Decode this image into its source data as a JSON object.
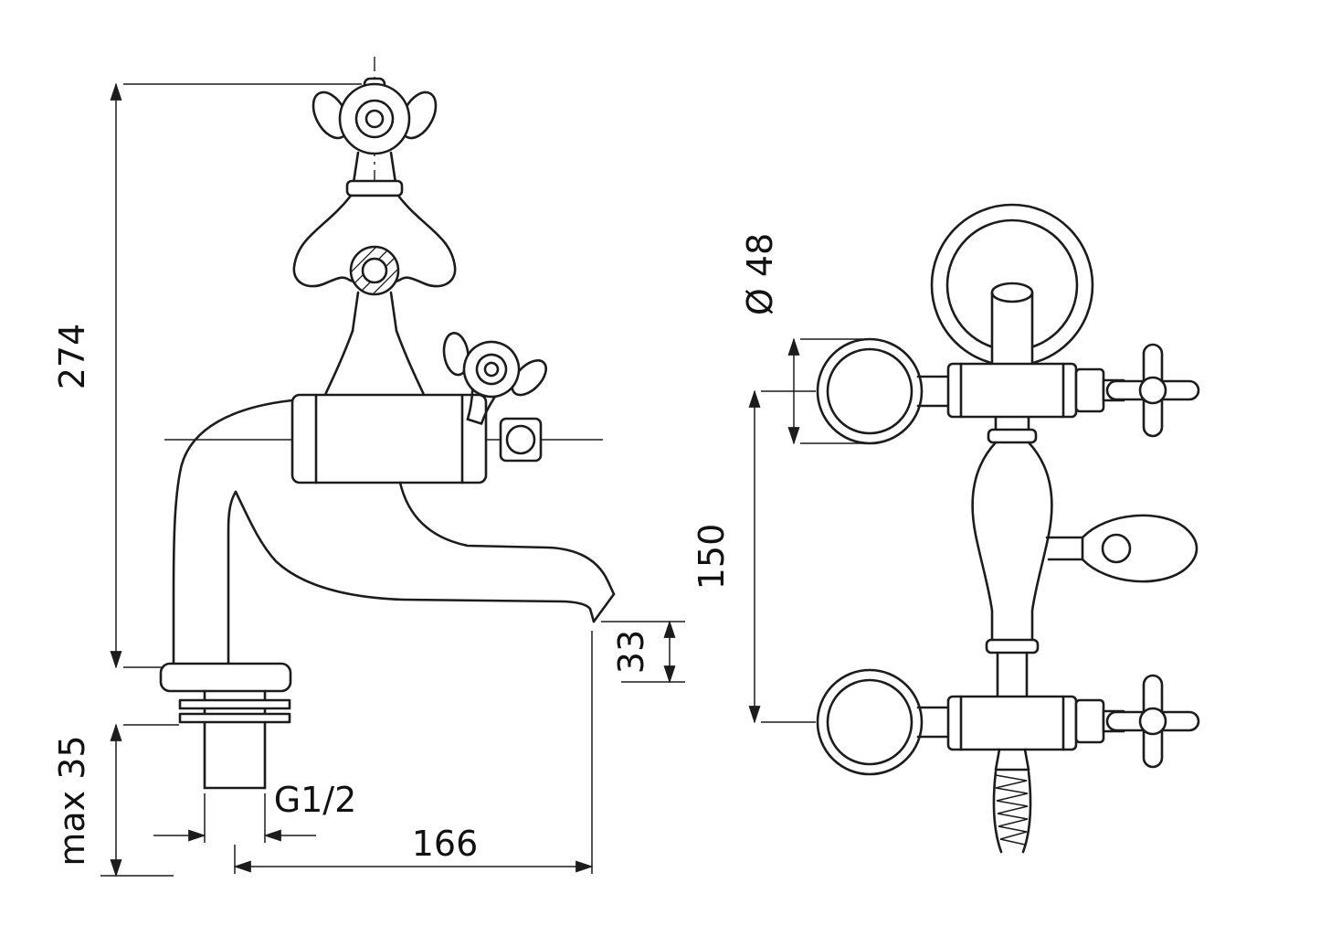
{
  "drawing": {
    "type": "technical-dimension-drawing",
    "subject": "bath mixer faucet, side and front elevation views",
    "line_color": "#1c1c1c",
    "background": "#ffffff",
    "side_view": {
      "dim_height": "274",
      "dim_deck": "max 35",
      "dim_thread": "G1/2",
      "dim_reach": "166",
      "dim_outlet": "33"
    },
    "front_view": {
      "dim_diameter": "Ø 48",
      "dim_centers": "150"
    }
  }
}
